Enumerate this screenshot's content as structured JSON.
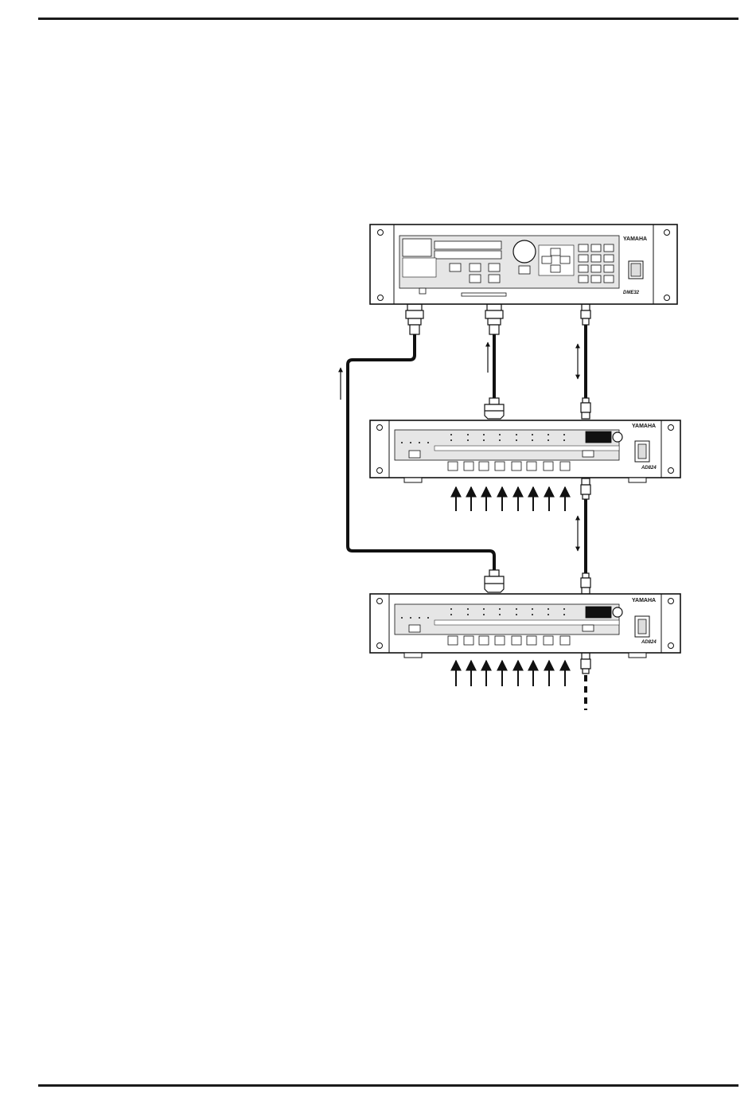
{
  "units": [
    {
      "brand": "YAMAHA",
      "model": "DME32",
      "kind": "processor"
    },
    {
      "brand": "YAMAHA",
      "model": "AD824",
      "kind": "converter"
    },
    {
      "brand": "YAMAHA",
      "model": "AD824",
      "kind": "converter"
    }
  ],
  "connections": [
    {
      "type": "cable",
      "from": "DME32 (left connector)",
      "to": "AD824 #2",
      "direction": "up"
    },
    {
      "type": "cable",
      "from": "DME32 (middle connector)",
      "to": "AD824 #1",
      "direction": "up"
    },
    {
      "type": "cable",
      "from": "DME32 (right connector)",
      "to": "AD824 #1",
      "direction": "both"
    },
    {
      "type": "cable",
      "from": "AD824 #1",
      "to": "AD824 #2",
      "direction": "both"
    },
    {
      "type": "cable",
      "from": "AD824 #2",
      "to": "next unit",
      "direction": "down",
      "style": "dashed"
    }
  ],
  "inputs_per_ad824": 8
}
